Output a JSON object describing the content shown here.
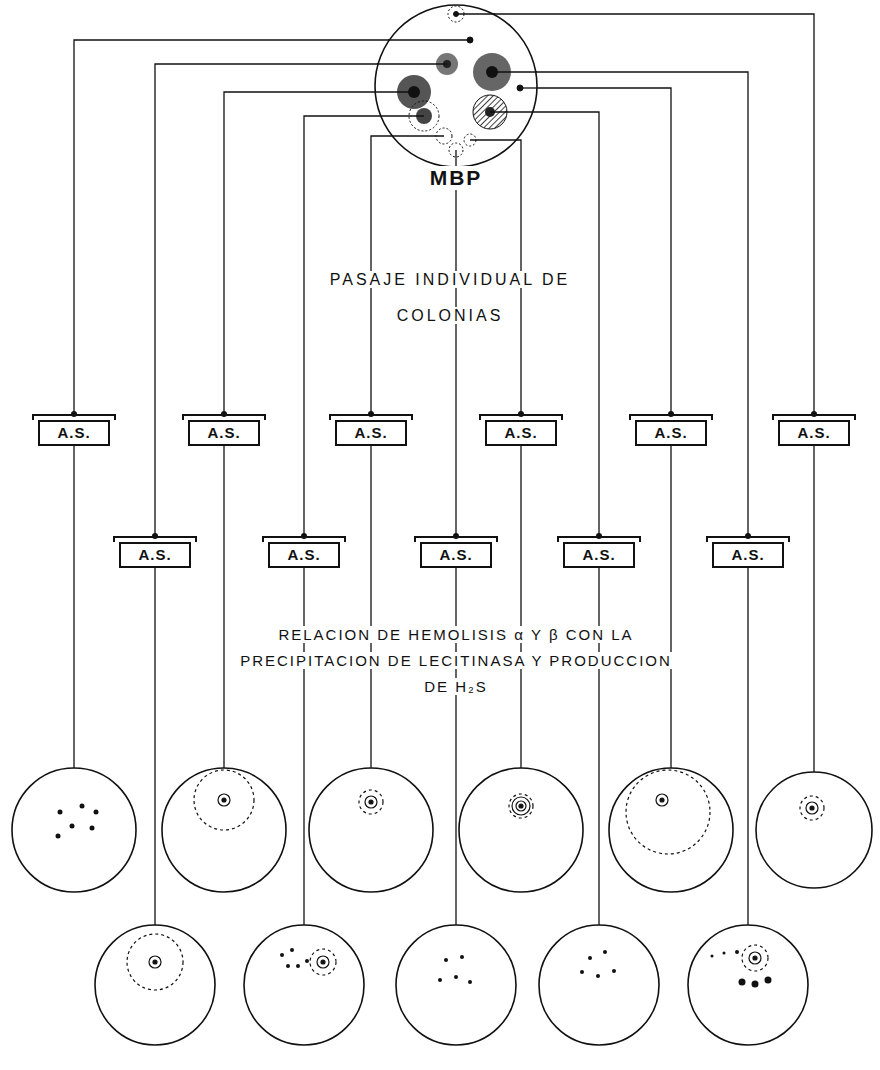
{
  "diagram": {
    "nodes": [
      {
        "text": [
          "MBP"
        ]
      },
      {
        "text": [
          "A.S."
        ]
      },
      {
        "text": [
          "A.S."
        ]
      },
      {
        "text": [
          "A.S."
        ]
      },
      {
        "text": [
          "A.S."
        ]
      },
      {
        "text": [
          "A.S."
        ]
      },
      {
        "text": [
          "A.S."
        ]
      },
      {
        "text": [
          "A.S."
        ]
      },
      {
        "text": [
          "A.S."
        ]
      },
      {
        "text": [
          "A.S."
        ]
      },
      {
        "text": [
          "A.S."
        ]
      },
      {
        "text": [
          "A.S."
        ]
      }
    ],
    "edges": [
      {
        "from": 0,
        "to": 1,
        "arrow": "none"
      },
      {
        "from": 0,
        "to": 2,
        "arrow": "none"
      },
      {
        "from": 0,
        "to": 3,
        "arrow": "none"
      },
      {
        "from": 0,
        "to": 4,
        "arrow": "none"
      },
      {
        "from": 0,
        "to": 5,
        "arrow": "none"
      },
      {
        "from": 0,
        "to": 6,
        "arrow": "none"
      },
      {
        "from": 0,
        "to": 7,
        "arrow": "none"
      },
      {
        "from": 0,
        "to": 8,
        "arrow": "none"
      },
      {
        "from": 0,
        "to": 9,
        "arrow": "none"
      },
      {
        "from": 0,
        "to": 10,
        "arrow": "none"
      },
      {
        "from": 0,
        "to": 11,
        "arrow": "none"
      }
    ],
    "labels": [
      "PASAJE INDIVIDUAL DE COLONIAS",
      "RELACION DE HEMOLISIS α Y β CON LA PRECIPITACION DE LECITINASA Y PRODUCCION DE H₂S"
    ]
  }
}
